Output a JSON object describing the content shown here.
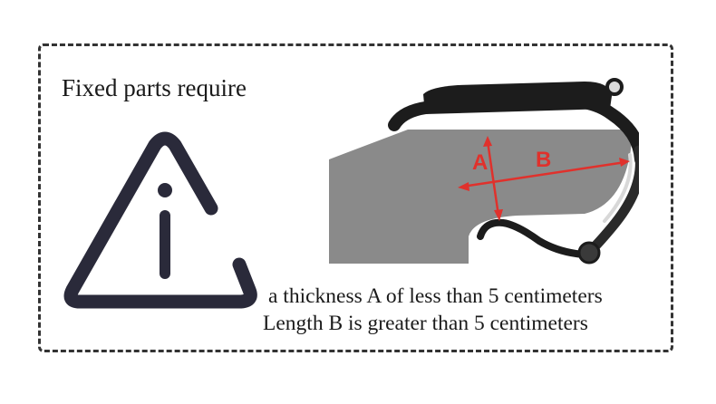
{
  "heading": "Fixed parts require",
  "requirements": [
    "a thickness A of less than 5 centimeters",
    "Length B is greater than 5 centimeters"
  ],
  "diagram": {
    "label_a": "A",
    "label_b": "B"
  },
  "icons": {
    "warning": "warning-triangle-icon"
  },
  "colors": {
    "dimension_red": "#e0312c",
    "object_gray": "#8a8a8a",
    "clamp_black": "#1c1c1c",
    "outline": "#2a2a3a"
  }
}
